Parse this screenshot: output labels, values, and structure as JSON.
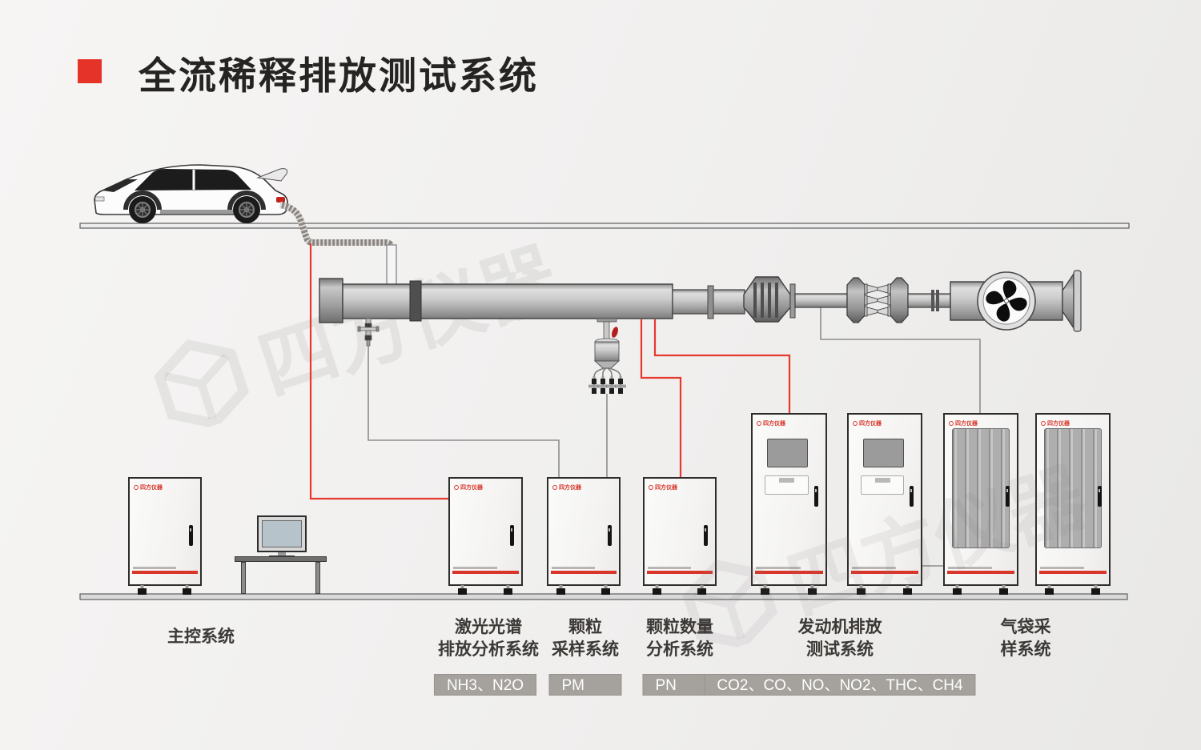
{
  "title": {
    "text": "全流稀释排放测试系统"
  },
  "brand": "四方仪器",
  "watermark": "四方仪器",
  "colors": {
    "accent_red": "#e5332a",
    "stripe_red": "#d8362b",
    "sample_line_red": "#e6392e",
    "sample_line_gray": "#8d8d8d",
    "badge_bg": "#a5a19c",
    "badge_text": "#ffffff"
  },
  "systems": {
    "main_control": {
      "label": "主控系统"
    },
    "laser": {
      "line1": "激光光谱",
      "line2": "排放分析系统",
      "badge": "NH3、N2O"
    },
    "pm": {
      "line1": "颗粒",
      "line2": "采样系统",
      "badge": "PM"
    },
    "pn": {
      "line1": "颗粒数量",
      "line2": "分析系统",
      "badge": "PN"
    },
    "engine": {
      "line1": "发动机排放",
      "line2": "测试系统",
      "badge": "CO2、CO、NO、NO2、THC、CH4"
    },
    "gas_bag": {
      "line1": "气袋采",
      "line2": "样系统"
    }
  }
}
